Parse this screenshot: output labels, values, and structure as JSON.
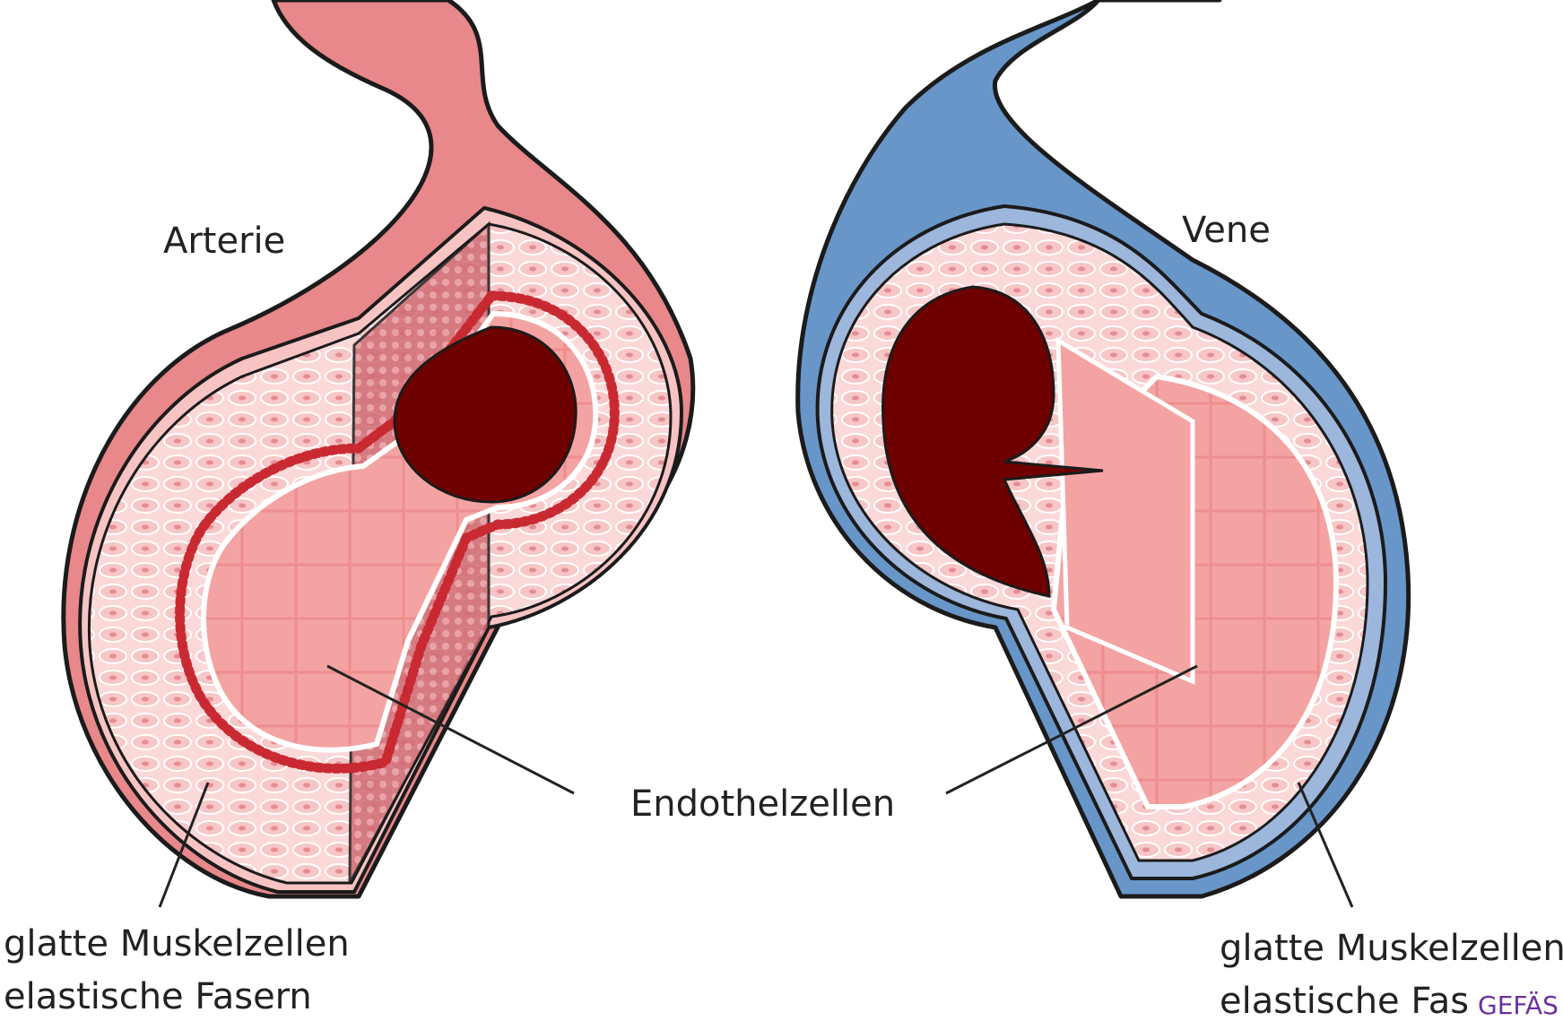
{
  "labels": {
    "artery": "Arterie",
    "vein": "Vene",
    "endothelium": "Endothelzellen",
    "left_muscle": "glatte Muskelzellen",
    "left_fibers": "elastische Fasern",
    "right_muscle": "glatte Muskelzellen",
    "right_fibers": "elastische Fas",
    "watermark": "GEFÄS"
  },
  "colors": {
    "artery_outer": "#e8888a",
    "artery_wall": "#f6c8c8",
    "artery_elastic": "#cc2b33",
    "vein_outer": "#6896c9",
    "vein_inner": "#9cb6dc",
    "tissue": "#f5c3c3",
    "lumen": "#6e0000",
    "endothelium": "#f4a3a3",
    "watermark": "#6a2fa0"
  }
}
